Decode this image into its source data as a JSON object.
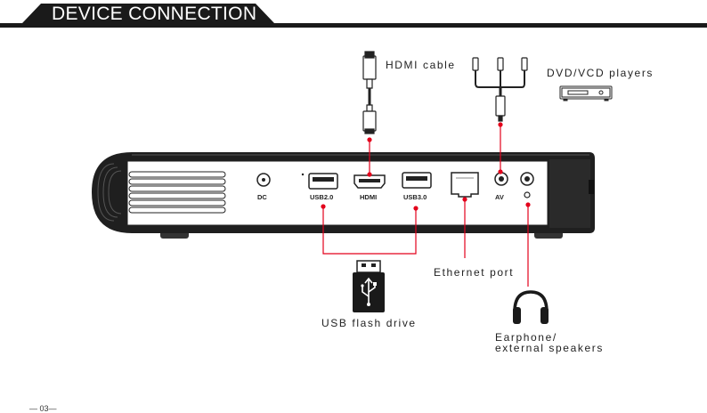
{
  "header": {
    "title": "DEVICE CONNECTION"
  },
  "callouts": {
    "hdmi_cable": "HDMI cable",
    "dvd_players": "DVD/VCD players",
    "ethernet_port": "Ethernet port",
    "usb_flash_drive": "USB flash drive",
    "earphone_line1": "Earphone/",
    "earphone_line2": "external speakers"
  },
  "ports": {
    "dc": "DC",
    "usb2": "USB2.0",
    "hdmi": "HDMI",
    "usb3": "USB3.0",
    "av": "AV"
  },
  "footer": {
    "page_number": "— 03—"
  },
  "colors": {
    "header": "#1a1a1a",
    "connector_line": "#e3001b",
    "device_body": "#1f1f1f"
  }
}
